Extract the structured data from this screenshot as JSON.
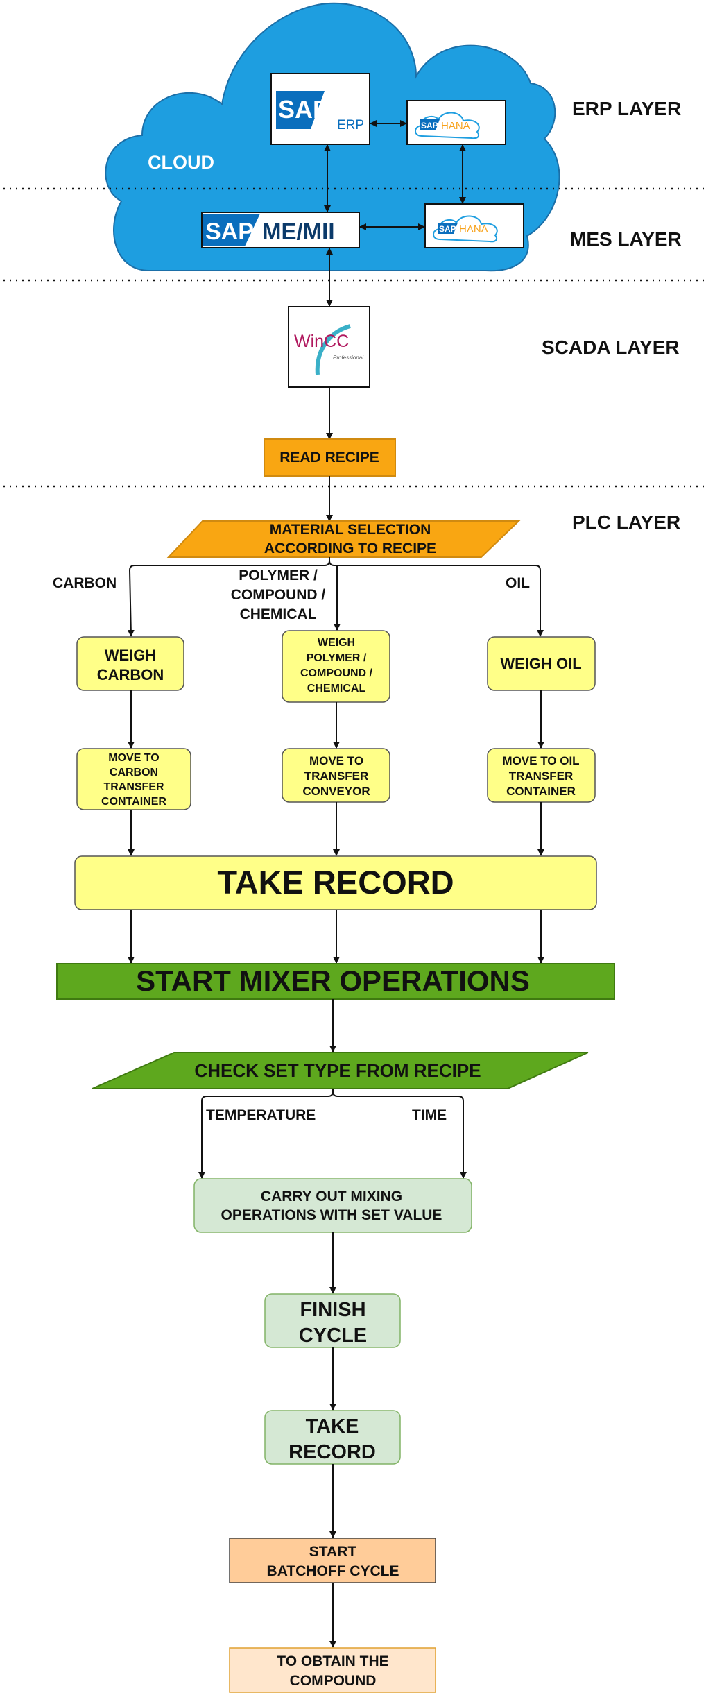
{
  "layers": {
    "erp": "ERP LAYER",
    "mes": "MES LAYER",
    "scada": "SCADA LAYER",
    "plc": "PLC LAYER"
  },
  "cloud_label": "CLOUD",
  "logos": {
    "sap_erp": {
      "brand": "SAP",
      "suffix": "ERP"
    },
    "hana_top": {
      "brand": "SAP",
      "suffix": "HANA"
    },
    "sap_me_mii": {
      "brand": "SAP",
      "suffix": "ME/MII"
    },
    "hana_mes": {
      "brand": "SAP",
      "suffix": "HANA"
    },
    "wincc": {
      "brand": "WinCC",
      "sub": "Professional"
    }
  },
  "steps": {
    "read_recipe": "READ RECIPE",
    "material_selection": [
      "MATERIAL SELECTION",
      "ACCORDING TO RECIPE"
    ],
    "branch_carbon": "CARBON",
    "branch_polymer": [
      "POLYMER /",
      "COMPOUND /",
      "CHEMICAL"
    ],
    "branch_oil": "OIL",
    "weigh_carbon": [
      "WEIGH",
      "CARBON"
    ],
    "weigh_polymer": [
      "WEIGH",
      "POLYMER /",
      "COMPOUND /",
      "CHEMICAL"
    ],
    "weigh_oil": "WEIGH OIL",
    "move_carbon": [
      "MOVE TO",
      "CARBON",
      "TRANSFER",
      "CONTAINER"
    ],
    "move_conveyor": [
      "MOVE TO",
      "TRANSFER",
      "CONVEYOR"
    ],
    "move_oil": [
      "MOVE TO OIL",
      "TRANSFER",
      "CONTAINER"
    ],
    "take_record_1": "TAKE RECORD",
    "start_mixer": "START MIXER OPERATIONS",
    "check_set_type": "CHECK SET TYPE FROM RECIPE",
    "branch_temperature": "TEMPERATURE",
    "branch_time": "TIME",
    "carry_out": [
      "CARRY OUT MIXING",
      "OPERATIONS WITH SET VALUE"
    ],
    "finish_cycle": [
      "FINISH",
      "CYCLE"
    ],
    "take_record_2": [
      "TAKE",
      "RECORD"
    ],
    "start_batchoff": [
      "START",
      "BATCHOFF CYCLE"
    ],
    "obtain_compound": [
      "TO OBTAIN THE",
      "COMPOUND"
    ]
  },
  "colors": {
    "cloud": "#1e9ee0",
    "sap_blue": "#0a6ebd",
    "orange": "#f9a612",
    "yellow": "#ffff88",
    "green": "#5ea81e",
    "light_green": "#d5e8d4",
    "peach": "#ffcc99",
    "light_peach": "#ffe6cc",
    "wincc_red": "#b0185e"
  }
}
